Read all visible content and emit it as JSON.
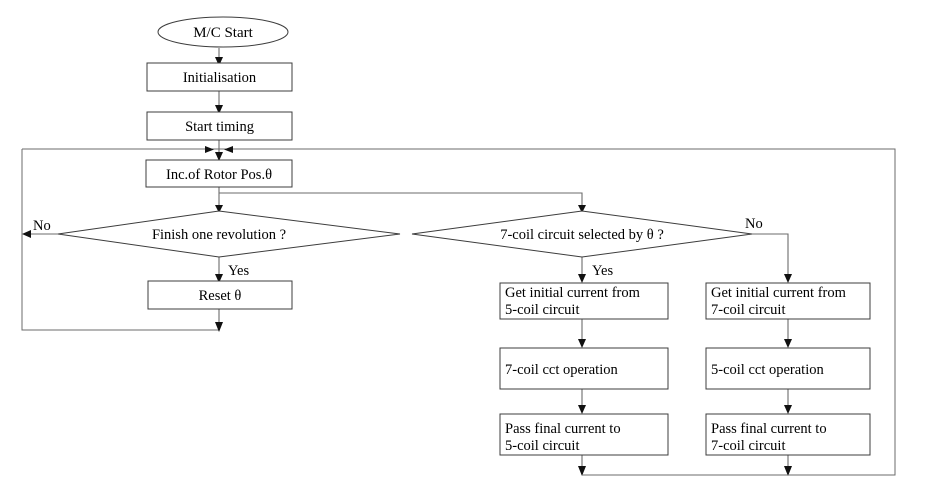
{
  "diagram": {
    "title_text": "",
    "type": "flowchart",
    "colors": {
      "background": "#ffffff",
      "box_stroke": "#3c3c3c",
      "line_stroke": "#6b6b6b",
      "arrow_fill": "#111111",
      "text": "#000000"
    }
  },
  "nodes": {
    "start": {
      "label": "M/C Start",
      "shape": "ellipse"
    },
    "initialisation": {
      "label": "Initialisation",
      "shape": "rect"
    },
    "start_timing": {
      "label": "Start timing",
      "shape": "rect"
    },
    "inc_rotor": {
      "label": "Inc.of Rotor Pos.θ",
      "shape": "rect"
    },
    "finish_rev": {
      "label": "Finish one revolution ?",
      "shape": "diamond"
    },
    "reset_theta": {
      "label": "Reset θ",
      "shape": "rect"
    },
    "coil_select": {
      "label": "7-coil circuit selected by θ ?",
      "shape": "diamond"
    },
    "get_initial_5": {
      "line1": "Get initial current from",
      "line2": "5-coil circuit",
      "shape": "rect"
    },
    "get_initial_7": {
      "line1": "Get initial current from",
      "line2": "7-coil circuit",
      "shape": "rect"
    },
    "op_7coil": {
      "label": "7-coil cct operation",
      "shape": "rect"
    },
    "op_5coil": {
      "label": "5-coil cct operation",
      "shape": "rect"
    },
    "pass_final_5": {
      "line1": "Pass final current to",
      "line2": "5-coil circuit",
      "shape": "rect"
    },
    "pass_final_7": {
      "line1": "Pass final current to",
      "line2": "7-coil circuit",
      "shape": "rect"
    }
  },
  "edge_labels": {
    "finish_rev_no": "No",
    "finish_rev_yes": "Yes",
    "coil_select_no": "No",
    "coil_select_yes": "Yes"
  }
}
